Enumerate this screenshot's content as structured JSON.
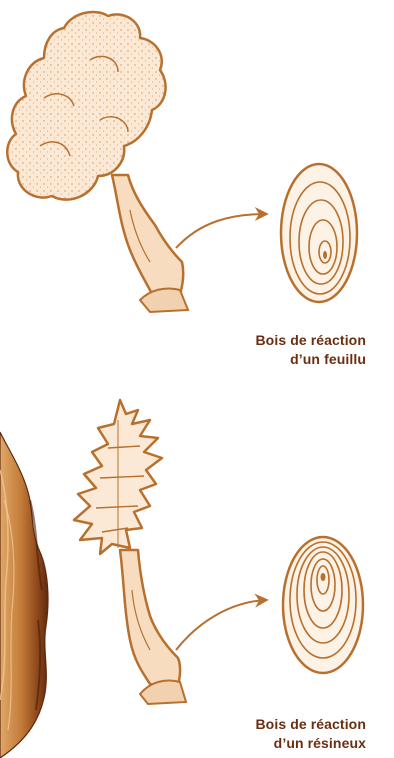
{
  "colors": {
    "line": "#b8702e",
    "foliage_fill": "#fbe9d6",
    "trunk_fill": "#f7dcc0",
    "ring_fill": "#fdf2e6",
    "caption": "#6a2f12",
    "bark_dark": "#6b3214",
    "bark_mid": "#a8622a",
    "bark_light": "#d79a5a"
  },
  "icons": [
    "deciduous-tree-icon",
    "conifer-tree-icon",
    "arrow-icon",
    "tree-ring-cross-section-icon",
    "bark-slab-icon"
  ],
  "captions": {
    "feuillu": {
      "line1": "Bois de réaction",
      "line2": "d’un feuillu"
    },
    "resineux": {
      "line1": "Bois de réaction",
      "line2": "d’un résineux"
    }
  }
}
